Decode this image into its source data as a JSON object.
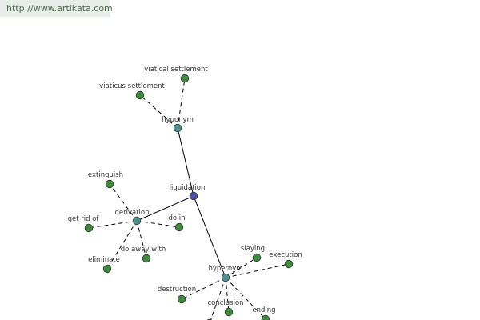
{
  "source": {
    "url_text": "http://www.artikata.com"
  },
  "colors": {
    "center": "#4a4ea8",
    "relation": "#4b8f8f",
    "term": "#3f8a3f",
    "edge": "#000000",
    "source_text": "#4a6a4a",
    "source_bg": "#e9ede9"
  },
  "graph": {
    "center": {
      "id": "liquidation",
      "label": "liquidation"
    },
    "relations": [
      {
        "id": "hyponym",
        "label": "hyponym"
      },
      {
        "id": "derivation",
        "label": "derivation"
      },
      {
        "id": "hypernym",
        "label": "hypernym"
      }
    ],
    "terms": [
      {
        "id": "viatical-settlement",
        "label": "viatical settlement",
        "relation": "hyponym"
      },
      {
        "id": "viaticus-settlement",
        "label": "viaticus settlement",
        "relation": "hyponym"
      },
      {
        "id": "extinguish",
        "label": "extinguish",
        "relation": "derivation"
      },
      {
        "id": "get-rid-of",
        "label": "get rid of",
        "relation": "derivation"
      },
      {
        "id": "do-in",
        "label": "do in",
        "relation": "derivation"
      },
      {
        "id": "do-away-with",
        "label": "do away with",
        "relation": "derivation"
      },
      {
        "id": "eliminate",
        "label": "eliminate",
        "relation": "derivation"
      },
      {
        "id": "slaying",
        "label": "slaying",
        "relation": "hypernym"
      },
      {
        "id": "execution",
        "label": "execution",
        "relation": "hypernym"
      },
      {
        "id": "destruction",
        "label": "destruction",
        "relation": "hypernym"
      },
      {
        "id": "conclusion",
        "label": "conclusion",
        "relation": "hypernym"
      },
      {
        "id": "ending",
        "label": "ending",
        "relation": "hypernym"
      },
      {
        "id": "offscreen-term",
        "label": "",
        "relation": "hypernym"
      }
    ]
  }
}
